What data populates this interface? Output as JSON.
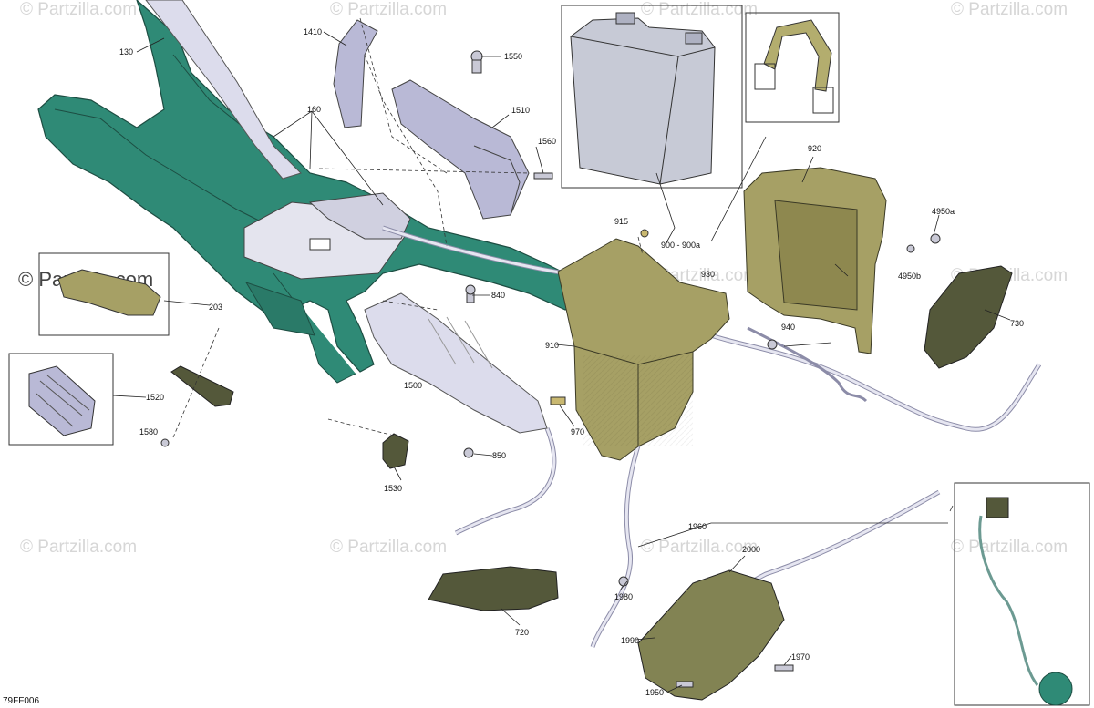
{
  "diagram": {
    "code": "79FF006",
    "watermark": "© Partzilla.com",
    "colors": {
      "frame": "#2f8a76",
      "tray": "#a6a065",
      "harness": "#dcdcec",
      "brackets": "#b9b9d6",
      "dark_parts": "#54583a",
      "battery": "#c7cad6"
    },
    "labels": {
      "p130": "130",
      "p1410": "1410",
      "p160": "160",
      "p1550": "1550",
      "p1510": "1510",
      "p1560": "1560",
      "p920": "920",
      "p4950a": "4950a",
      "p4950b": "4950b",
      "p915": "915",
      "p900": "900 - 900a",
      "p930": "930",
      "p840": "840",
      "p203": "203",
      "p940": "940",
      "p730": "730",
      "p910": "910",
      "p1500": "1500",
      "p1520": "1520",
      "p1580": "1580",
      "p970": "970",
      "p850": "850",
      "p1530": "1530",
      "p1960": "1960",
      "p2000": "2000",
      "p1980": "1980",
      "p720": "720",
      "p1990": "1990",
      "p1970": "1970",
      "p1950": "1950"
    }
  }
}
